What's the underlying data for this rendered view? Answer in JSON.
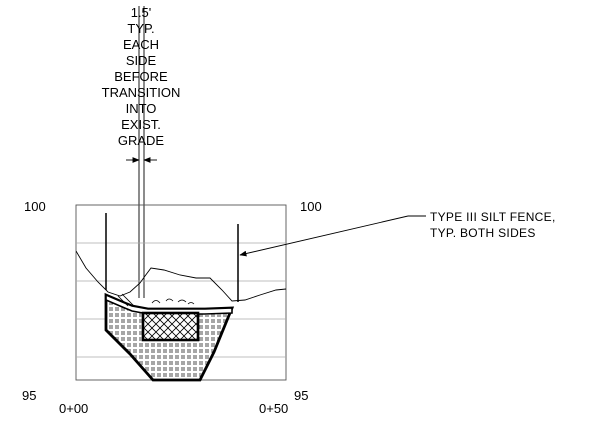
{
  "dimension_note": [
    "1.5'",
    "TYP.",
    "EACH",
    "SIDE",
    "BEFORE",
    "TRANSITION",
    "INTO",
    "EXIST.",
    "GRADE"
  ],
  "elevation_labels": {
    "top_left": "100",
    "top_right": "100",
    "bottom_left": "95",
    "bottom_right": "95"
  },
  "station_labels": {
    "start": "0+00",
    "end": "0+50"
  },
  "callout": {
    "line1": "TYPE III SILT FENCE,",
    "line2": "TYP. BOTH SIDES"
  }
}
